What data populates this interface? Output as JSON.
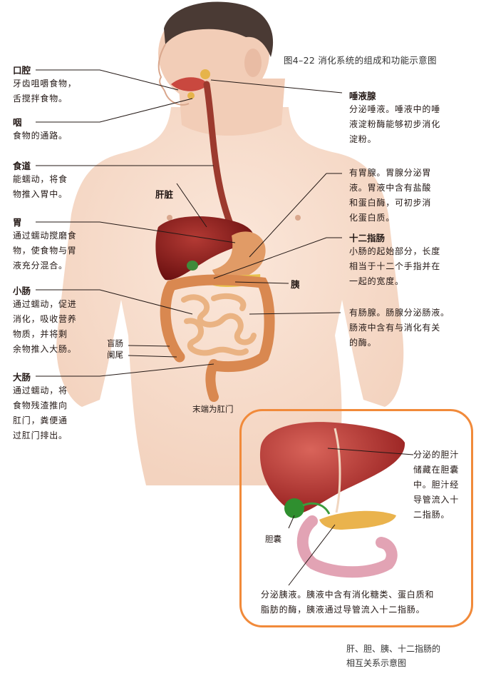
{
  "figure_title": "图4–22  消化系统的组成和功能示意图",
  "labels": {
    "mouth": {
      "title": "口腔",
      "desc": [
        "牙齿咀嚼食物，",
        "舌搅拌食物。"
      ]
    },
    "pharynx": {
      "title": "咽",
      "desc": [
        "食物的通路。"
      ]
    },
    "esophagus": {
      "title": "食道",
      "desc": [
        "能蠕动，将食",
        "物推入胃中。"
      ]
    },
    "stomach": {
      "title": "胃",
      "desc": [
        "通过蠕动搅磨食",
        "物，使食物与胃",
        "液充分混合。"
      ]
    },
    "small_intestine": {
      "title": "小肠",
      "desc": [
        "通过蠕动，促进",
        "消化，吸收营养",
        "物质，并将剩",
        "余物推入大肠。"
      ]
    },
    "large_intestine": {
      "title": "大肠",
      "desc": [
        "通过蠕动，将",
        "食物残渣推向",
        "肛门，粪便通",
        "过肛门排出。"
      ]
    },
    "salivary": {
      "title": "唾液腺",
      "desc": [
        "分泌唾液。唾液中的唾",
        "液淀粉酶能够初步消化",
        "淀粉。"
      ]
    },
    "gastric_gland": {
      "desc": [
        "有胃腺。胃腺分泌胃",
        "液。胃液中含有盐酸",
        "和蛋白酶，可初步消",
        "化蛋白质。"
      ]
    },
    "duodenum": {
      "title": "十二指肠",
      "desc": [
        "小肠的起始部分，长度",
        "相当于十二个手指并在",
        "一起的宽度。"
      ]
    },
    "intestinal_gland": {
      "desc": [
        "有肠腺。肠腺分泌肠液。",
        "肠液中含有与消化有关",
        "的酶。"
      ]
    },
    "liver": "肝脏",
    "pancreas": "胰",
    "cecum": "盲肠",
    "appendix": "阑尾",
    "anus": "末端为肛门"
  },
  "inset": {
    "bile": [
      "分泌的胆汁",
      "储藏在胆囊",
      "中。胆汁经",
      "导管流入十",
      "二指肠。"
    ],
    "gallbladder": "胆囊",
    "pancreatic_juice": [
      "分泌胰液。胰液中含有消化糖类、蛋白质和",
      "脂肪的酶，胰液通过导管流入十二指肠。"
    ],
    "caption": [
      "肝、胆、胰、十二指肠的",
      "相互关系示意图"
    ]
  },
  "colors": {
    "inset_border": "#f18a3a",
    "liver": "#8e1b1b",
    "skin": "#f6dccb",
    "intestine": "#e9a86a"
  }
}
